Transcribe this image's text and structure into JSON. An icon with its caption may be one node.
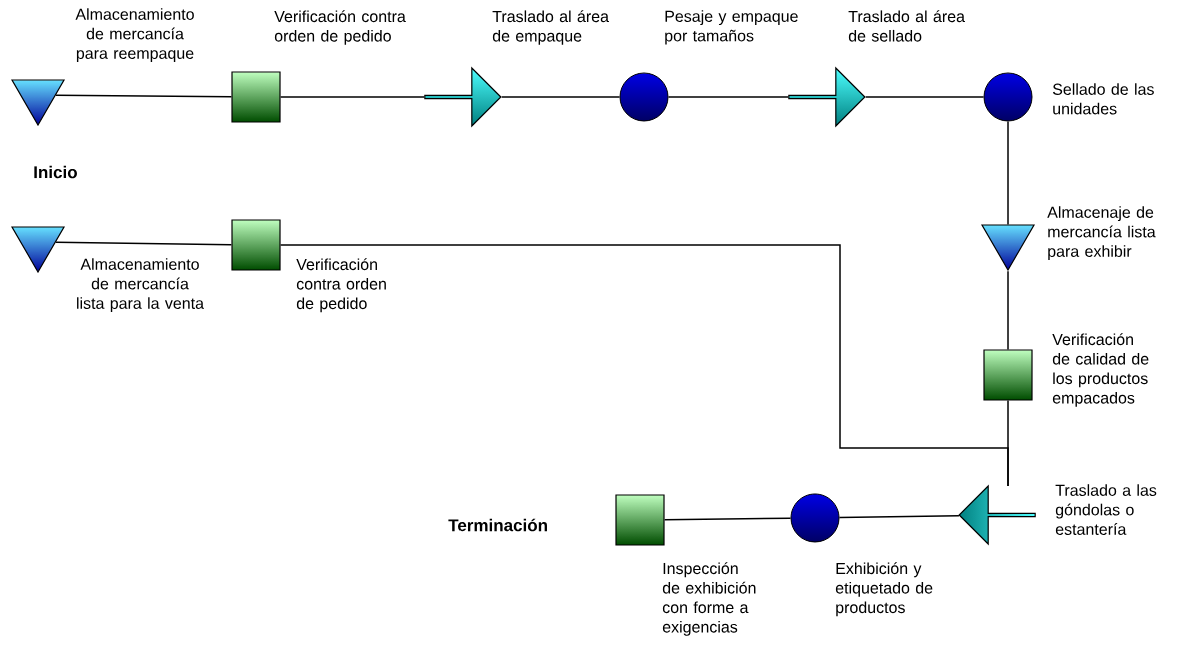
{
  "diagram": {
    "nodes": [
      {
        "text": [
          "Almacenamiento de mercancía para reempaque"
        ]
      },
      {
        "text": [
          "Verificación contra orden de pedido"
        ]
      },
      {
        "text": [
          "Traslado al área de empaque"
        ]
      },
      {
        "text": [
          "Pesaje y empaque por tamaños"
        ]
      },
      {
        "text": [
          "Traslado al área de sellado"
        ]
      },
      {
        "text": [
          "Sellado de las unidades"
        ]
      },
      {
        "text": [
          "Almacenaje de mercancía lista para exhibir"
        ]
      },
      {
        "text": [
          "Verificación de calidad de los productos empacados"
        ]
      },
      {
        "text": [
          "Traslado a las góndolas o estantería"
        ]
      },
      {
        "text": [
          "Exhibición y etiquetado de productos"
        ]
      },
      {
        "text": [
          "Inspección de exhibición con forme a exigencias"
        ]
      },
      {
        "text": [
          "Almacenamiento de mercancía lista para la venta"
        ]
      },
      {
        "text": [
          "Verificación contra orden de pedido"
        ]
      }
    ],
    "edges": [
      {
        "from": 0,
        "to": 1,
        "arrow": "none"
      },
      {
        "from": 1,
        "to": 2,
        "arrow": "none"
      },
      {
        "from": 2,
        "to": 3,
        "arrow": "none"
      },
      {
        "from": 3,
        "to": 4,
        "arrow": "none"
      },
      {
        "from": 4,
        "to": 5,
        "arrow": "none"
      },
      {
        "from": 5,
        "to": 6,
        "arrow": "none"
      },
      {
        "from": 6,
        "to": 7,
        "arrow": "none"
      },
      {
        "from": 7,
        "to": 8,
        "arrow": "none"
      },
      {
        "from": 8,
        "to": 9,
        "arrow": "none"
      },
      {
        "from": 9,
        "to": 10,
        "arrow": "none"
      },
      {
        "from": 11,
        "to": 12,
        "arrow": "none"
      },
      {
        "from": 12,
        "to": 8,
        "arrow": "none"
      }
    ],
    "labels": [
      "Inicio",
      "Terminación"
    ]
  }
}
